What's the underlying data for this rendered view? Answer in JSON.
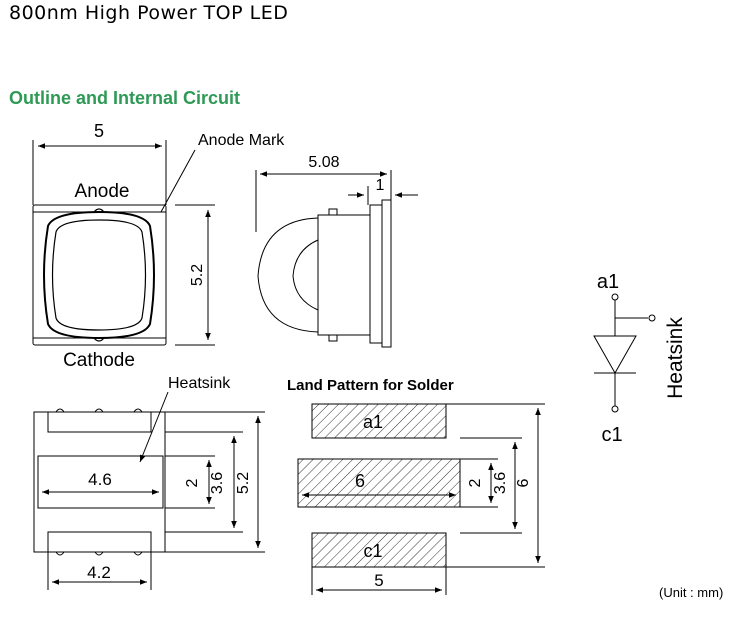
{
  "header": {
    "title": "800nm High Power TOP LED"
  },
  "section": {
    "title": "Outline and Internal Circuit"
  },
  "top_view": {
    "width_dim": "5",
    "height_dim": "5.2",
    "anode_label": "Anode",
    "cathode_label": "Cathode",
    "anode_mark_label": "Anode Mark"
  },
  "side_view": {
    "length_dim": "5.08",
    "flange_dim": "1"
  },
  "bottom_view": {
    "heatsink_label": "Heatsink",
    "pad_width_dim": "4.6",
    "bottom_width_dim": "4.2",
    "dim_2": "2",
    "dim_3_6": "3.6",
    "dim_5_2": "5.2"
  },
  "land_pattern": {
    "title": "Land Pattern for Solder",
    "pad_a1": "a1",
    "pad_center": "6",
    "pad_c1": "c1",
    "dim_2": "2",
    "dim_3_6": "3.6",
    "dim_6": "6",
    "width_dim": "5"
  },
  "circuit": {
    "anode": "a1",
    "cathode": "c1",
    "heatsink": "Heatsink"
  },
  "footer": {
    "unit": "(Unit : mm)"
  }
}
